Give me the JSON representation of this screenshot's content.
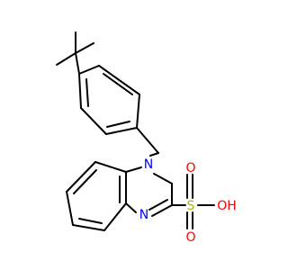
{
  "molecule": {
    "atoms": {
      "n1": {
        "symbol": "N",
        "color": "#0000ff"
      },
      "n3": {
        "symbol": "N",
        "color": "#0000ff"
      },
      "s": {
        "symbol": "S",
        "color": "#b2b200"
      },
      "o_top": {
        "symbol": "O",
        "color": "#ff0000"
      },
      "o_bottom": {
        "symbol": "O",
        "color": "#ff0000"
      },
      "oh": {
        "symbol": "OH",
        "color": "#ff0000"
      }
    },
    "bond_color": "#000000",
    "background": "#ffffff"
  }
}
